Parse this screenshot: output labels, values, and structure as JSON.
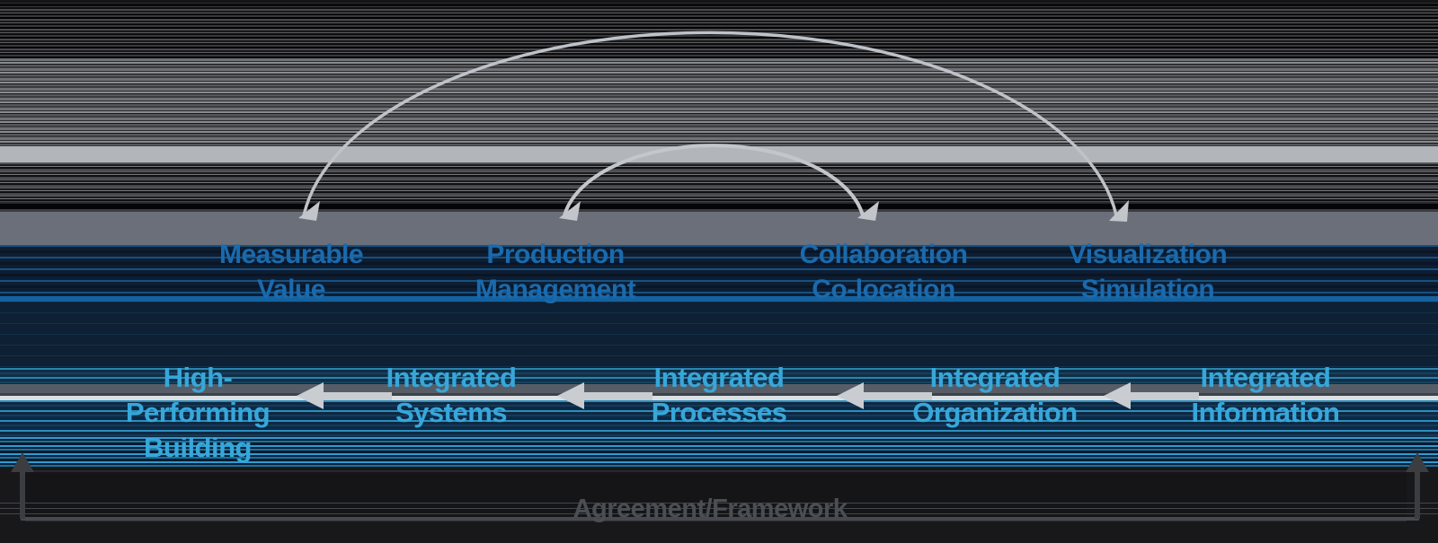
{
  "diagram": {
    "top_row": [
      {
        "line1": "Measurable",
        "line2": "Value"
      },
      {
        "line1": "Production",
        "line2": "Management"
      },
      {
        "line1": "Collaboration",
        "line2": "Co-location"
      },
      {
        "line1": "Visualization",
        "line2": "Simulation"
      }
    ],
    "middle_row": [
      {
        "line1": "High-",
        "line2": "Performing",
        "line3": "Building"
      },
      {
        "line1": "Integrated",
        "line2": "Systems"
      },
      {
        "line1": "Integrated",
        "line2": "Processes"
      },
      {
        "line1": "Integrated",
        "line2": "Organization"
      },
      {
        "line1": "Integrated",
        "line2": "Information"
      }
    ],
    "bottom_label": "Agreement/Framework",
    "arcs": [
      {
        "from": "Visualization Simulation",
        "to": "Measurable Value",
        "double_headed": true
      },
      {
        "from": "Collaboration Co-location",
        "to": "Production Management",
        "double_headed": true
      }
    ],
    "flow_arrows_direction": "right-to-left",
    "colors": {
      "top_row_text": "#1a6aad",
      "middle_row_text": "#37a7da",
      "arc_stroke": "#bfc3c9",
      "flow_arrow": "#c9ccd1",
      "bottom_text": "#4b4e53",
      "bracket": "#46494e"
    }
  }
}
